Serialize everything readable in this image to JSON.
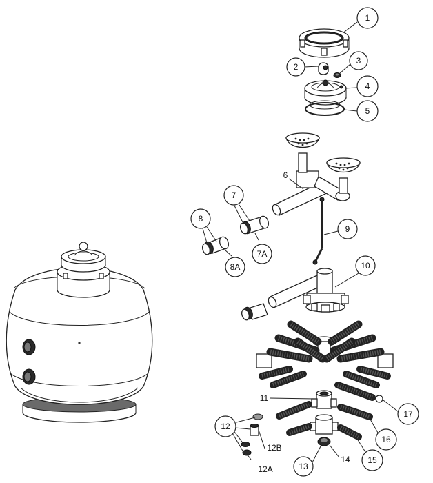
{
  "diagram": {
    "callouts": [
      {
        "id": "c1",
        "text": "1"
      },
      {
        "id": "c2",
        "text": "2"
      },
      {
        "id": "c3",
        "text": "3"
      },
      {
        "id": "c4",
        "text": "4"
      },
      {
        "id": "c5",
        "text": "5"
      },
      {
        "id": "c7",
        "text": "7"
      },
      {
        "id": "c7a",
        "text": "7A"
      },
      {
        "id": "c8",
        "text": "8"
      },
      {
        "id": "c8a",
        "text": "8A"
      },
      {
        "id": "c9",
        "text": "9"
      },
      {
        "id": "c10",
        "text": "10"
      },
      {
        "id": "c12",
        "text": "12"
      },
      {
        "id": "c13",
        "text": "13"
      },
      {
        "id": "c15",
        "text": "15"
      },
      {
        "id": "c16",
        "text": "16"
      },
      {
        "id": "c17",
        "text": "17"
      }
    ],
    "plain_labels": [
      {
        "id": "l6",
        "text": "6"
      },
      {
        "id": "l11",
        "text": "11"
      },
      {
        "id": "l12a",
        "text": "12A"
      },
      {
        "id": "l12b",
        "text": "12B"
      },
      {
        "id": "l14",
        "text": "14"
      }
    ]
  }
}
